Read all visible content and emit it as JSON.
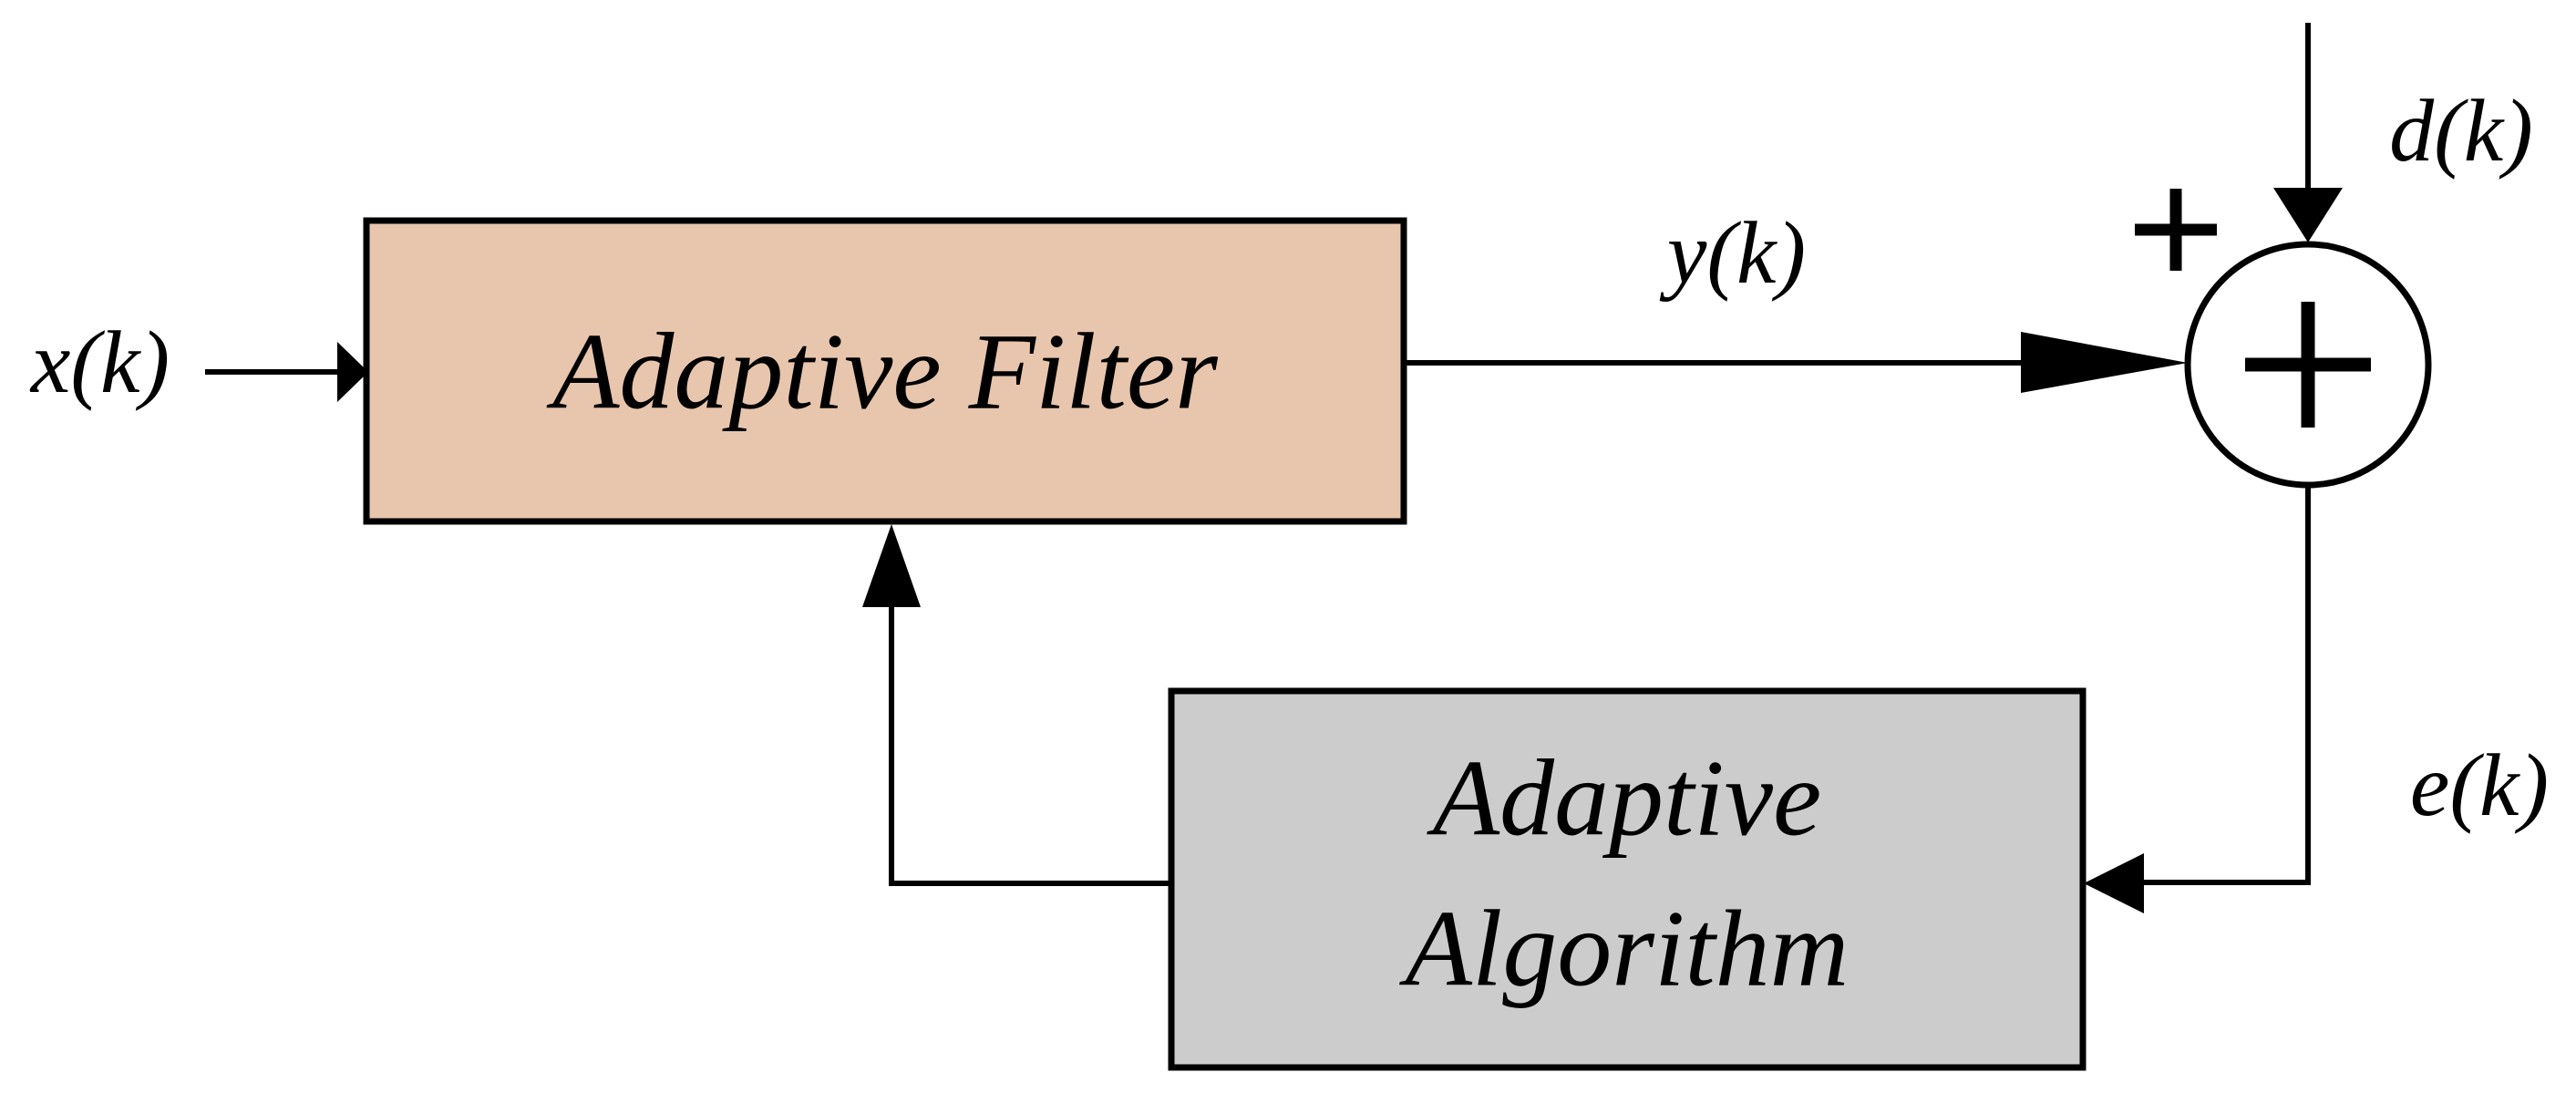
{
  "diagram": {
    "type": "block-diagram",
    "description": "Adaptive filter system block diagram",
    "background_color": "#ffffff",
    "line_color": "#000000",
    "blocks": {
      "adaptive_filter": {
        "label": "Adaptive Filter",
        "fill": "#e8c5ad",
        "border": "#000000"
      },
      "adaptive_algorithm": {
        "label_line1": "Adaptive",
        "label_line2": "Algorithm",
        "fill": "#cccccc",
        "border": "#000000"
      }
    },
    "signals": {
      "input": "x(k)",
      "output": "y(k)",
      "desired": "d(k)",
      "error": "e(k)"
    },
    "summing_junction": {
      "operator": "+",
      "input_sign": "+"
    }
  }
}
